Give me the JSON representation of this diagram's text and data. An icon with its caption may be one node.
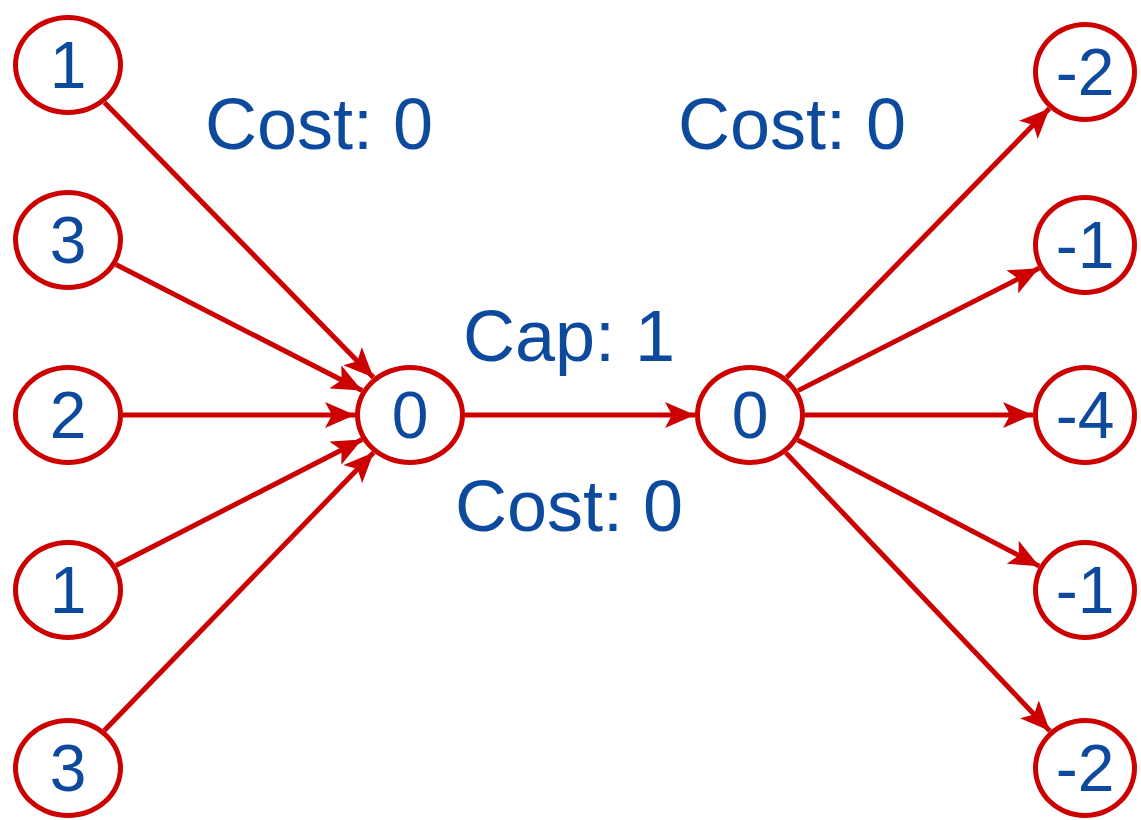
{
  "diagram": {
    "nodes": [
      {
        "text": [
          "1"
        ]
      },
      {
        "text": [
          "3"
        ]
      },
      {
        "text": [
          "2"
        ]
      },
      {
        "text": [
          "1"
        ]
      },
      {
        "text": [
          "3"
        ]
      },
      {
        "text": [
          "0"
        ]
      },
      {
        "text": [
          "0"
        ]
      },
      {
        "text": [
          "-2"
        ]
      },
      {
        "text": [
          "-1"
        ]
      },
      {
        "text": [
          "-4"
        ]
      },
      {
        "text": [
          "-1"
        ]
      },
      {
        "text": [
          "-2"
        ]
      }
    ],
    "edges": [
      {
        "from": 0,
        "to": 5,
        "arrow": "to"
      },
      {
        "from": 1,
        "to": 5,
        "arrow": "to"
      },
      {
        "from": 2,
        "to": 5,
        "arrow": "to"
      },
      {
        "from": 3,
        "to": 5,
        "arrow": "to"
      },
      {
        "from": 4,
        "to": 5,
        "arrow": "to"
      },
      {
        "from": 5,
        "to": 6,
        "arrow": "to"
      },
      {
        "from": 6,
        "to": 7,
        "arrow": "to"
      },
      {
        "from": 6,
        "to": 8,
        "arrow": "to"
      },
      {
        "from": 6,
        "to": 9,
        "arrow": "to"
      },
      {
        "from": 6,
        "to": 10,
        "arrow": "to"
      },
      {
        "from": 6,
        "to": 11,
        "arrow": "to"
      }
    ],
    "labels": [
      "Cost: 0",
      "Cost: 0",
      "Cap: 1",
      "Cost: 0"
    ]
  }
}
